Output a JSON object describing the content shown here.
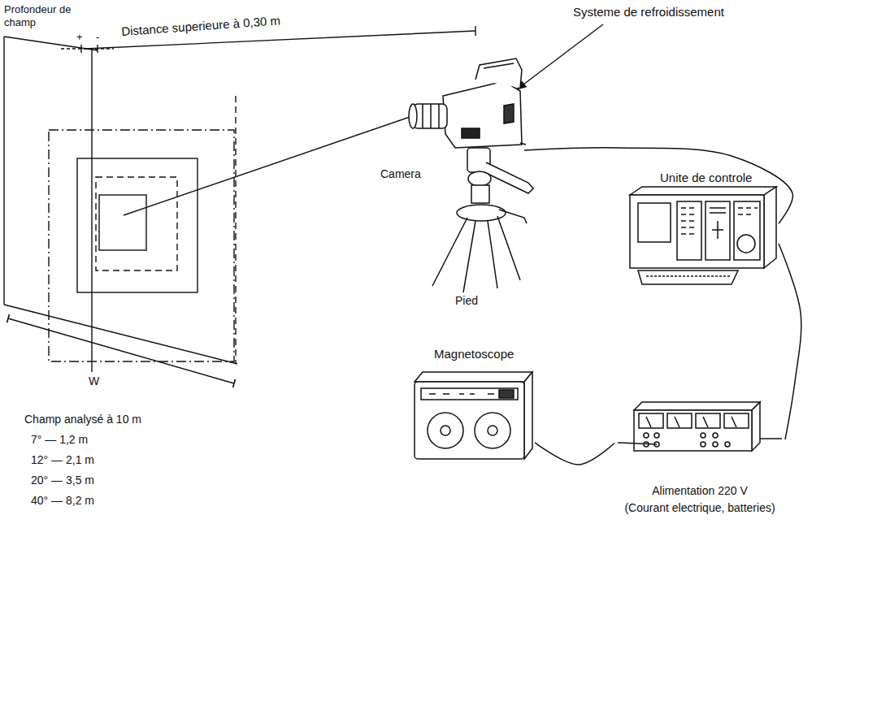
{
  "diagram": {
    "nodes": [
      {
        "text": [
          "Camera"
        ]
      },
      {
        "text": [
          "Unite de controle"
        ]
      },
      {
        "text": [
          "Magnetoscope"
        ]
      },
      {
        "text": [
          "Alimentation 220 V",
          "(Courant electrique, batteries)"
        ]
      }
    ],
    "edges": [
      {
        "from": 0,
        "to": 1,
        "arrow": "none"
      },
      {
        "from": 1,
        "to": 3,
        "arrow": "none"
      },
      {
        "from": 2,
        "to": 3,
        "arrow": "none"
      }
    ],
    "labels": [
      "Profondeur de champ",
      "+",
      "-",
      "Distance superieure à 0,30 m",
      "Systeme de refroidissement",
      "Pied",
      "W",
      "Champ analysé à 10 m",
      "7° — 1,2 m",
      "12° — 2,1 m",
      "20° — 3,5 m",
      "40° — 8,2 m"
    ]
  }
}
